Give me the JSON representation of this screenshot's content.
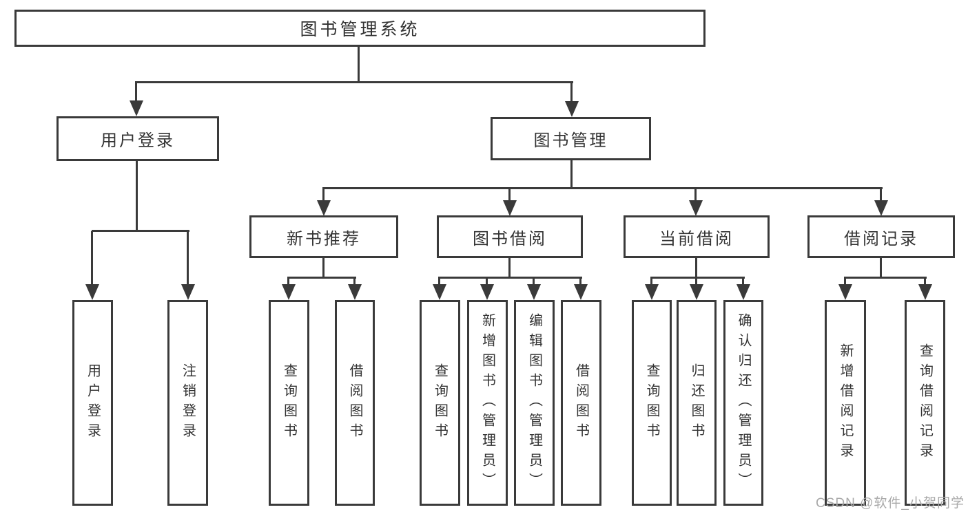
{
  "diagram": {
    "root": {
      "label": "图书管理系统"
    },
    "level2": [
      {
        "label": "用户登录"
      },
      {
        "label": "图书管理"
      }
    ],
    "level3": [
      {
        "label": "新书推荐"
      },
      {
        "label": "图书借阅"
      },
      {
        "label": "当前借阅"
      },
      {
        "label": "借阅记录"
      }
    ],
    "leaves": {
      "user_login": [
        {
          "label": "用户登录"
        },
        {
          "label": "注销登录"
        }
      ],
      "new_books": [
        {
          "label": "查询图书"
        },
        {
          "label": "借阅图书"
        }
      ],
      "borrowing": [
        {
          "label": "查询图书"
        },
        {
          "label": "新增图书（管理员）"
        },
        {
          "label": "编辑图书（管理员）"
        },
        {
          "label": "借阅图书"
        }
      ],
      "current": [
        {
          "label": "查询图书"
        },
        {
          "label": "归还图书"
        },
        {
          "label": "确认归还（管理员）"
        }
      ],
      "records": [
        {
          "label": "新增借阅记录"
        },
        {
          "label": "查询借阅记录"
        }
      ]
    }
  },
  "watermark": {
    "text": "CSDN @软件_小贺同学"
  },
  "colors": {
    "line": "#3a3a3a",
    "text": "#333333",
    "watermark": "#a9a9a9",
    "background": "#ffffff"
  }
}
